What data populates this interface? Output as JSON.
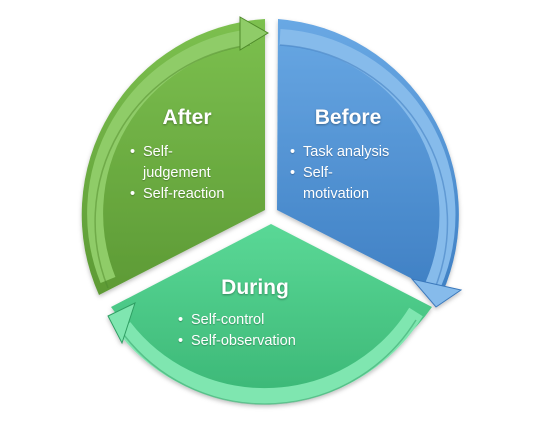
{
  "colors": {
    "before": "#5b9bd5",
    "after": "#70ad47",
    "during": "#4fcc8c"
  },
  "segments": [
    {
      "key": "before",
      "title": "Before",
      "items": [
        "Task analysis",
        "Self-motivation"
      ]
    },
    {
      "key": "during",
      "title": "During",
      "items": [
        "Self-control",
        "Self-observation"
      ]
    },
    {
      "key": "after",
      "title": "After",
      "items": [
        "Self-judgement",
        "Self-reaction"
      ]
    }
  ]
}
